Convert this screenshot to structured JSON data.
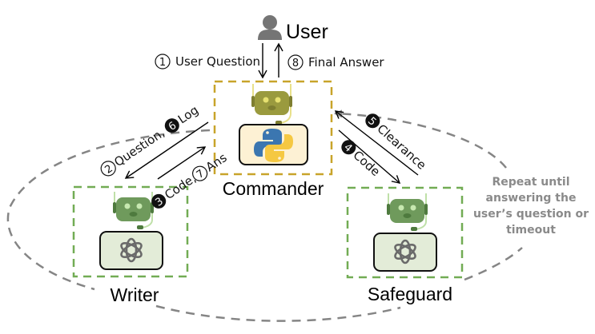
{
  "user": {
    "label": "User",
    "icon": "user-icon"
  },
  "agents": {
    "commander": {
      "label": "Commander",
      "tool_icon": "python-logo-icon",
      "border_color": "#c8a42a",
      "robot_color": "#9a9a3e",
      "panel_color": "#fdf1d4"
    },
    "writer": {
      "label": "Writer",
      "tool_icon": "openai-logo-icon",
      "border_color": "#72ac54",
      "robot_color": "#6f9a5c",
      "panel_color": "#e3ecd8"
    },
    "safeguard": {
      "label": "Safeguard",
      "tool_icon": "openai-logo-icon",
      "border_color": "#72ac54",
      "robot_color": "#6f9a5c",
      "panel_color": "#e3ecd8"
    }
  },
  "steps": {
    "s1": {
      "num": "1",
      "style": "outline",
      "text": "User Question"
    },
    "s2": {
      "num": "2",
      "style": "outline",
      "text": "Question,"
    },
    "s3": {
      "num": "3",
      "style": "filled",
      "text": "Code,"
    },
    "s4": {
      "num": "4",
      "style": "filled",
      "text": "Code"
    },
    "s5": {
      "num": "5",
      "style": "filled",
      "text": "Clearance"
    },
    "s6": {
      "num": "6",
      "style": "filled",
      "text": "Log"
    },
    "s7": {
      "num": "7",
      "style": "outline",
      "text": "Ans"
    },
    "s8": {
      "num": "8",
      "style": "outline",
      "text": "Final Answer"
    }
  },
  "loop_note": {
    "line1": "Repeat until",
    "line2": "answering the",
    "line3": "user’s question or",
    "line4": "timeout",
    "color": "#8a8a8a"
  }
}
